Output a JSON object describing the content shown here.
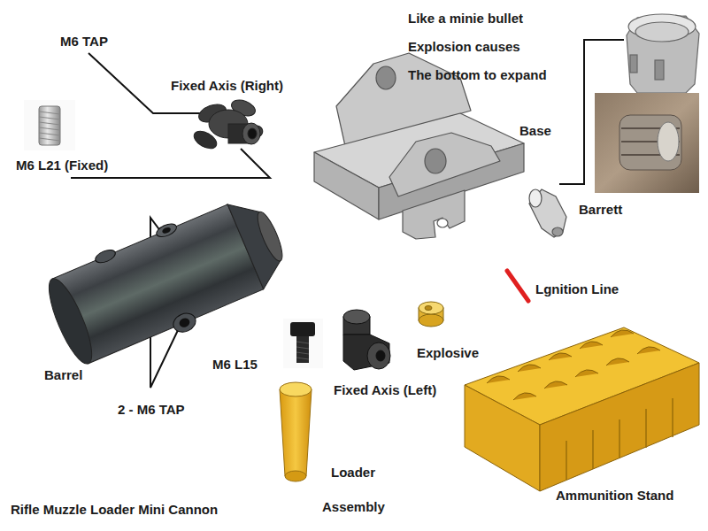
{
  "diagram": {
    "title": "Rifle Muzzle Loader Mini Cannon",
    "labels": [
      "M6 TAP",
      "Fixed Axis (Right)",
      "M6 L21 (Fixed)",
      "Like a minie bullet",
      "Explosion causes",
      "The bottom to expand",
      "Base",
      "Barrett",
      "Lgnition Line",
      "Barrel",
      "2 - M6 TAP",
      "M6 L15",
      "Fixed Axis (Left)",
      "Explosive",
      "Loader",
      "Assembly",
      "Ammunition Stand"
    ]
  }
}
